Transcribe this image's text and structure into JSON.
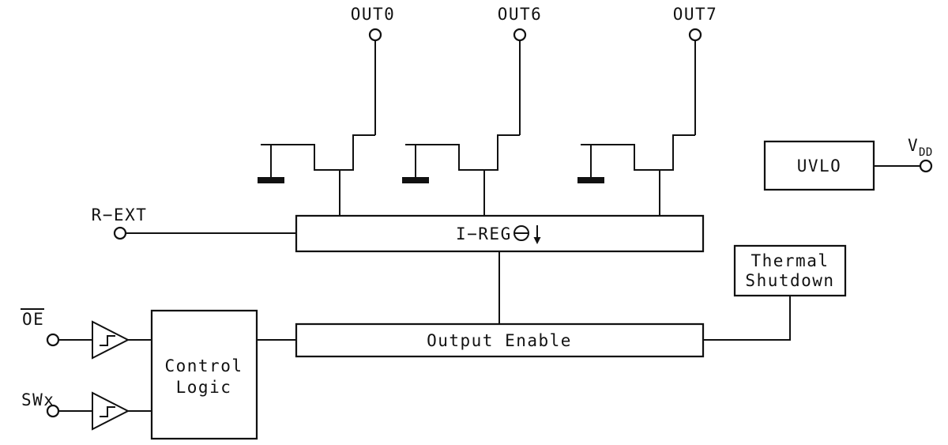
{
  "diagram": {
    "kind": "functional-block-diagram",
    "background": "#ffffff",
    "line_color": "#111111",
    "labels": {
      "out0": "OUT0",
      "out6": "OUT6",
      "out7": "OUT7",
      "vdd_main": "V",
      "vdd_sub": "DD",
      "rext": "R−EXT",
      "oe": "OE",
      "swx": "SWx"
    },
    "blocks": {
      "uvlo": "UVLO",
      "ireg": "I−REG",
      "thermal_shutdown_line1": "Thermal",
      "thermal_shutdown_line2": "Shutdown",
      "output_enable": "Output Enable",
      "control_logic_line1": "Control",
      "control_logic_line2": "Logic"
    },
    "icons": {
      "current_source": "current-source-with-down-arrow",
      "schmitt": "schmitt-trigger-hysteresis",
      "ground": "ground-bar"
    }
  }
}
